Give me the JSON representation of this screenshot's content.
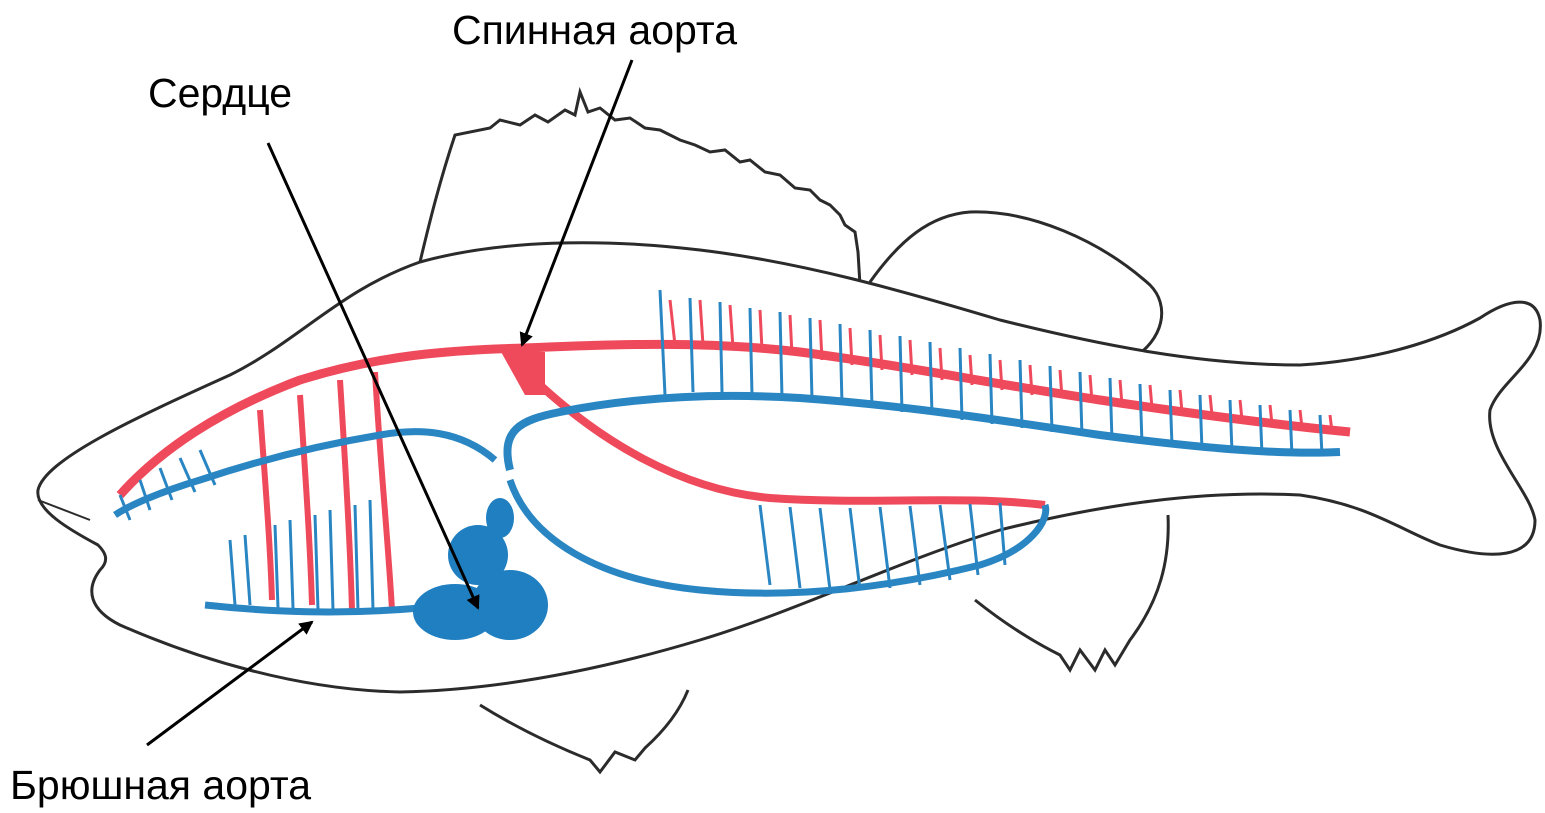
{
  "labels": {
    "dorsal_aorta": "Спинная аорта",
    "heart": "Сердце",
    "ventral_aorta": "Брюшная аорта"
  },
  "colors": {
    "artery": "#ef4a5c",
    "vein": "#2a86c2",
    "heart": "#1f7fc0",
    "outline": "#2b2b2b"
  }
}
